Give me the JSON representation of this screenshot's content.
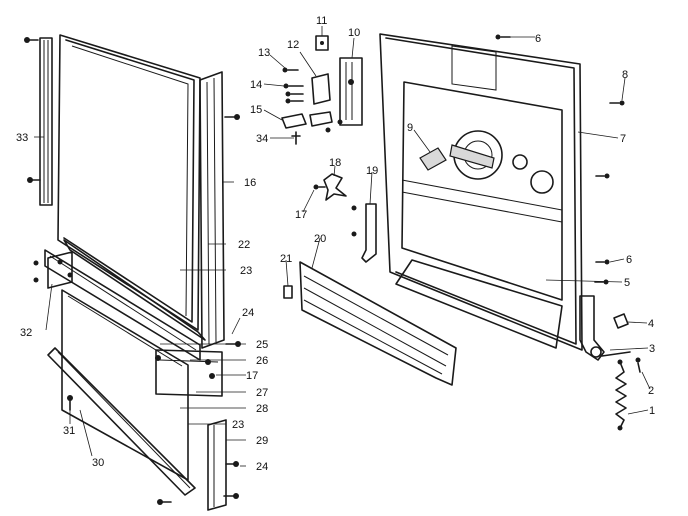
{
  "diagram": {
    "labels": {
      "p1": "1",
      "p2": "2",
      "p3": "3",
      "p4": "4",
      "p5": "5",
      "p6a": "6",
      "p6b": "6",
      "p7": "7",
      "p8": "8",
      "p9": "9",
      "p10": "10",
      "p11": "11",
      "p12": "12",
      "p13": "13",
      "p14": "14",
      "p15": "15",
      "p16": "16",
      "p17a": "17",
      "p17b": "17",
      "p18": "18",
      "p19": "19",
      "p20": "20",
      "p21": "21",
      "p22": "22",
      "p23a": "23",
      "p23b": "23",
      "p24a": "24",
      "p24b": "24",
      "p25": "25",
      "p26": "26",
      "p27": "27",
      "p28": "28",
      "p29": "29",
      "p30": "30",
      "p31": "31",
      "p32": "32",
      "p33": "33",
      "p34": "34"
    }
  }
}
